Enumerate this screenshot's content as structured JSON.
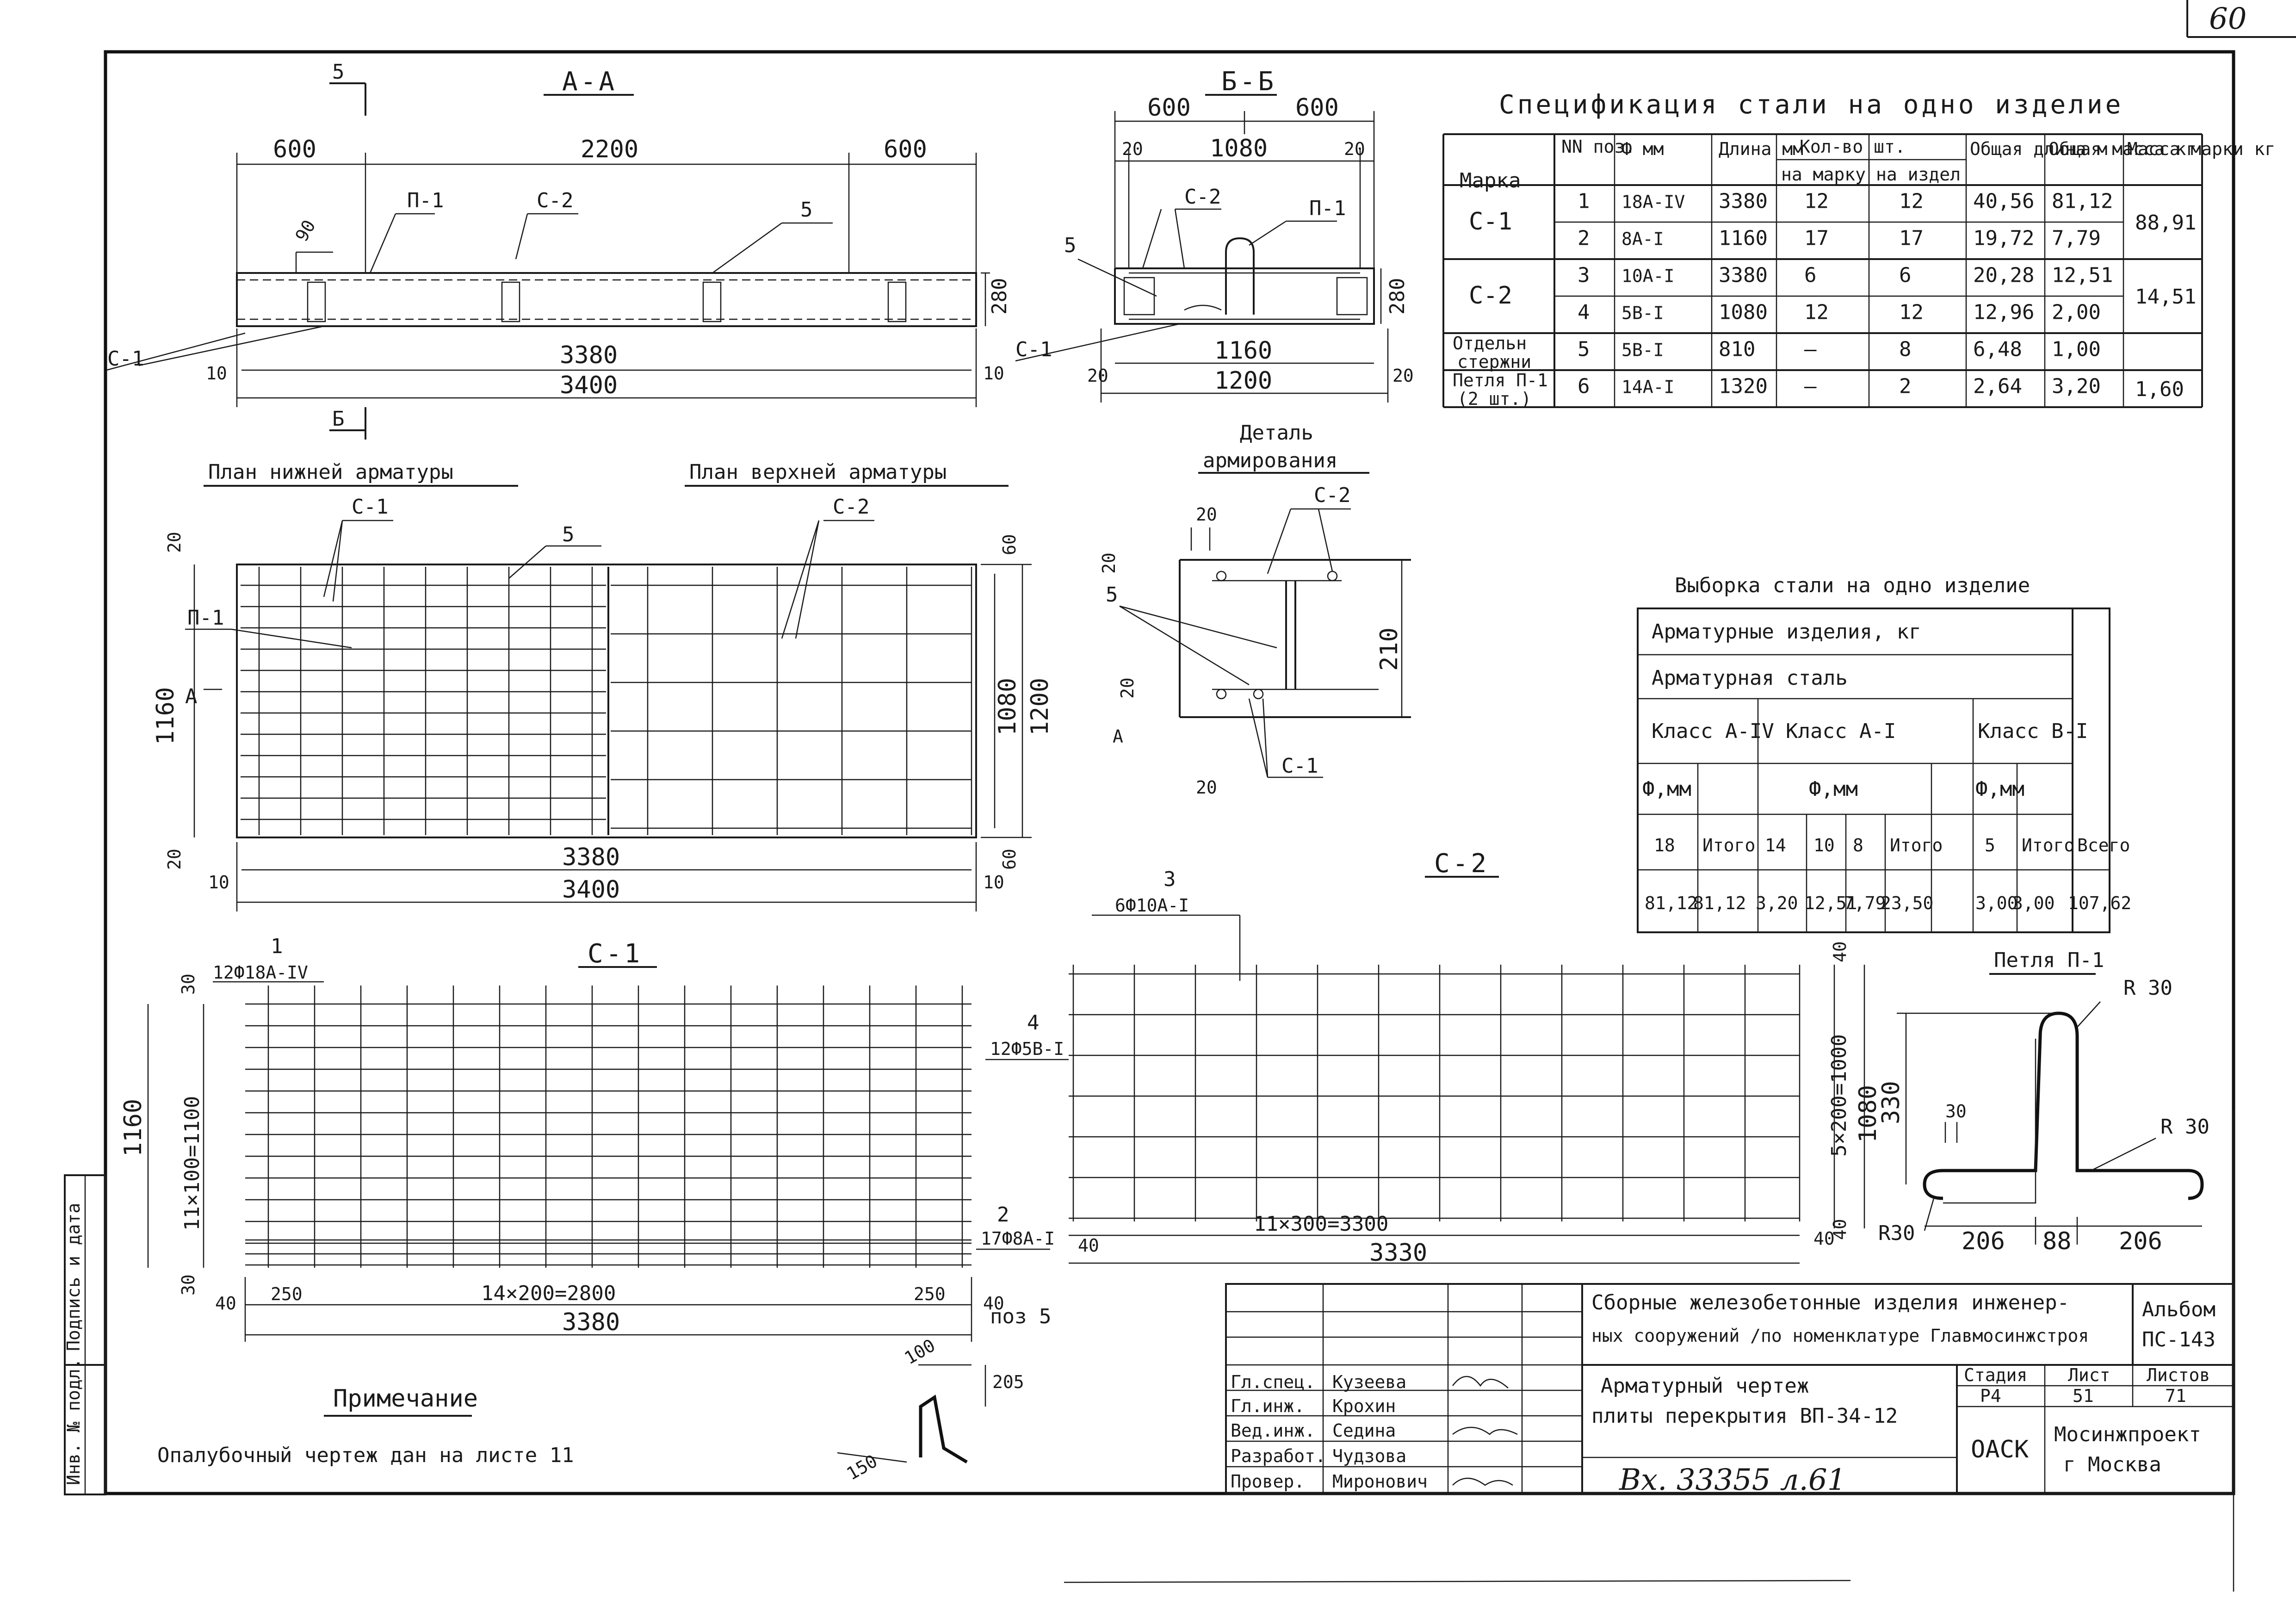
{
  "sheet": {
    "number": "60"
  },
  "views": {
    "section_aa": {
      "title": "А-А",
      "cut": "5",
      "cut_b": "Б",
      "dims_top": [
        "600",
        "2200",
        "600"
      ],
      "dim_90": "90",
      "labels": [
        "П-1",
        "С-2",
        "5",
        "С-1"
      ],
      "height": "280",
      "dim_3380": "3380",
      "dim_3400": "3400",
      "end10_left": "10",
      "end10_right": "10"
    },
    "section_bb": {
      "title": "Б-Б",
      "dims_top": [
        "600",
        "600"
      ],
      "dim_20a": "20",
      "dim_1080": "1080",
      "dim_20b": "20",
      "labels": [
        "С-2",
        "П-1",
        "5",
        "С-1"
      ],
      "height": "280",
      "dim_1160": "1160",
      "dim_1200": "1200",
      "end20_left": "20",
      "end20_right": "20"
    },
    "plan_lower": {
      "title": "План нижней арматуры",
      "labels": [
        "С-1",
        "5",
        "П-1"
      ],
      "marker": "А",
      "dims_left": [
        "20",
        "1160",
        "20"
      ],
      "dim_3380": "3380",
      "dim_3400": "3400",
      "end10_left": "10",
      "end10_right": "10"
    },
    "plan_upper": {
      "title": "План верхней арматуры",
      "labels": [
        "С-2"
      ],
      "dims_right": [
        "60",
        "1080",
        "1200",
        "60"
      ]
    },
    "detail": {
      "title": [
        "Деталь",
        "армирования"
      ],
      "labels": [
        "С-2",
        "5",
        "С-1"
      ],
      "dims": [
        "20",
        "20",
        "20",
        "210",
        "20"
      ],
      "marker": "А"
    },
    "mesh_c1": {
      "title": "С-1",
      "pos": "1",
      "bar_top": "12Ф18А-IV",
      "bar_bottom": "17Ф8А-I",
      "pos2": "2",
      "dim_30a": "30",
      "dim_30b": "30",
      "dim_1160": "1160",
      "dim_11x100": "11×100=1100",
      "dim_40a": "40",
      "dim_40b": "40",
      "dim_250a": "250",
      "dim_250b": "250",
      "dim_14x200": "14×200=2800",
      "dim_3380": "3380"
    },
    "mesh_c2": {
      "title": "С-2",
      "pos": "3",
      "bar_top": "6Ф10А-I",
      "pos4": "4",
      "bar_mid": "12Ф5В-I",
      "dim_40a": "40",
      "dim_40b": "40",
      "dim_40c": "40",
      "dim_40d": "40",
      "dim_5x200": "5×200=1000",
      "dim_1080": "1080",
      "dim_11x300": "11×300=3300",
      "dim_3330": "3330"
    },
    "pos5": {
      "title": "поз 5",
      "dims": [
        "100",
        "205",
        "150"
      ]
    },
    "loop": {
      "title": "Петля П-1",
      "radii": [
        "R 30",
        "R 30",
        "R30"
      ],
      "dims": [
        "330",
        "30",
        "206",
        "88",
        "206"
      ]
    }
  },
  "spec_table": {
    "title": "Спецификация стали на одно изделие",
    "headers": {
      "marka": "Марка",
      "pos": "NN поз.",
      "phi": "Ф мм",
      "len": "Длина мм",
      "qty": "Кол-во шт.",
      "qty_mark": "на марку",
      "qty_item": "на издел",
      "total_len": "Общая длина м",
      "total_mass": "Общая масса кг",
      "mark_mass": "Масса марки кг"
    },
    "groups": [
      {
        "marka": "С-1",
        "mass": "88,91",
        "rows": [
          {
            "pos": "1",
            "phi": "18А-IV",
            "len": "3380",
            "qm": "12",
            "qi": "12",
            "tl": "40,56",
            "tm": "81,12"
          },
          {
            "pos": "2",
            "phi": "8А-I",
            "len": "1160",
            "qm": "17",
            "qi": "17",
            "tl": "19,72",
            "tm": "7,79"
          }
        ]
      },
      {
        "marka": "С-2",
        "mass": "14,51",
        "rows": [
          {
            "pos": "3",
            "phi": "10А-I",
            "len": "3380",
            "qm": "6",
            "qi": "6",
            "tl": "20,28",
            "tm": "12,51"
          },
          {
            "pos": "4",
            "phi": "5В-I",
            "len": "1080",
            "qm": "12",
            "qi": "12",
            "tl": "12,96",
            "tm": "2,00"
          }
        ]
      },
      {
        "marka": "Отдельн стержни",
        "mass": "",
        "rows": [
          {
            "pos": "5",
            "phi": "5В-I",
            "len": "810",
            "qm": "—",
            "qi": "8",
            "tl": "6,48",
            "tm": "1,00"
          }
        ]
      },
      {
        "marka": "Петля П-1 (2 шт.)",
        "mass": "1,60",
        "rows": [
          {
            "pos": "6",
            "phi": "14А-I",
            "len": "1320",
            "qm": "—",
            "qi": "2",
            "tl": "2,64",
            "tm": "3,20"
          }
        ]
      }
    ]
  },
  "sel_table": {
    "title": "Выборка стали на одно изделие",
    "h1": "Арматурные изделия, кг",
    "h2": "Арматурная сталь",
    "cls": [
      "Класс А-IV",
      "Класс А-I",
      "Класс В-I"
    ],
    "dia": [
      "Ф,мм",
      "Ф,мм",
      "Ф,мм"
    ],
    "sub": [
      "18",
      "Итого",
      "14",
      "10",
      "8",
      "Итого",
      "5",
      "Итого",
      "Всего"
    ],
    "vals": [
      "81,12",
      "81,12",
      "3,20",
      "12,51",
      "7,79",
      "23,50",
      "3,00",
      "3,00",
      "107,62"
    ]
  },
  "note": {
    "title": "Примечание",
    "text": "Опалубочный чертеж дан на листе 11"
  },
  "title_block": {
    "title": [
      "Сборные железобетонные изделия инженер-",
      "ных сооружений /по номенклатуре Главмосинжстроя"
    ],
    "album": [
      "Альбом",
      "ПС-143"
    ],
    "sheet_title": [
      "Арматурный чертеж",
      "плиты перекрытия ВП-34-12"
    ],
    "stage_h": [
      "Стадия",
      "Лист",
      "Листов"
    ],
    "stage_v": [
      "Р4",
      "51",
      "71"
    ],
    "dept": "ОАСК",
    "org": [
      "Мосинжпроект",
      "г Москва"
    ],
    "roles": [
      "Гл.спец.",
      "Гл.инж.",
      "Вед.инж.",
      "Разработ.",
      "Провер."
    ],
    "names": [
      "Кузеева",
      "Крохин",
      "Седина",
      "Чудзова",
      "Миронович"
    ],
    "stamp": "Вх. 33355 л.61",
    "side": [
      "Подпись и дата",
      "Инв. № подл."
    ]
  }
}
